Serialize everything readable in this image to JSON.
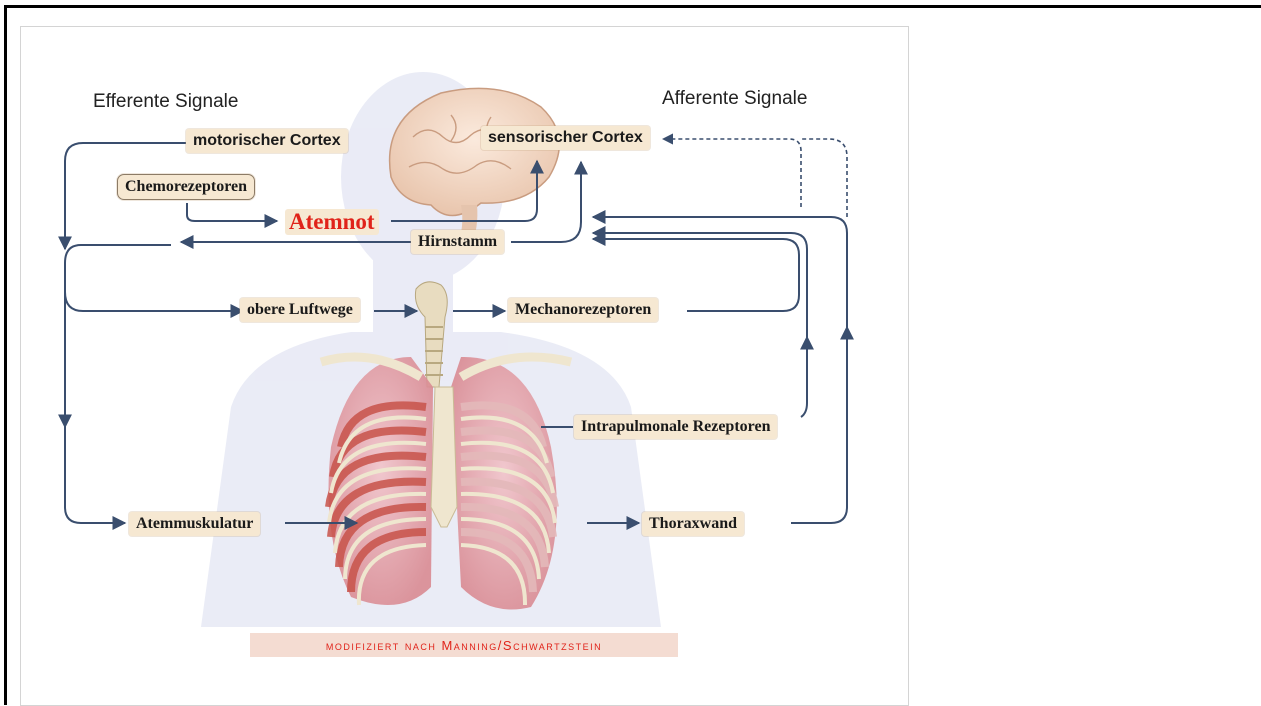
{
  "headers": {
    "efferent": "Efferente Signale",
    "afferent": "Afferente Signale"
  },
  "nodes": {
    "motor_cortex": "motorischer Cortex",
    "sensory_cortex": "sensorischer Cortex",
    "chemoreceptors": "Chemorezeptoren",
    "dyspnea": "Atemnot",
    "brainstem": "Hirnstamm",
    "upper_airways": "obere Luftwege",
    "mechanoreceptors": "Mechanorezeptoren",
    "intrapulmonary_receptors": "Intrapulmonale Rezeptoren",
    "respiratory_muscles": "Atemmuskulatur",
    "thoracic_wall": "Thoraxwand"
  },
  "credit": "modifiziert nach Manning/Schwartzstein",
  "colors": {
    "arrow": "#3a4e6e",
    "label_bg": "#f6e8d2",
    "dyspnea_text": "#e0231a",
    "credit_bg": "#f4dcd2",
    "rib_red": "#c8534a",
    "bone": "#efe6cf"
  }
}
